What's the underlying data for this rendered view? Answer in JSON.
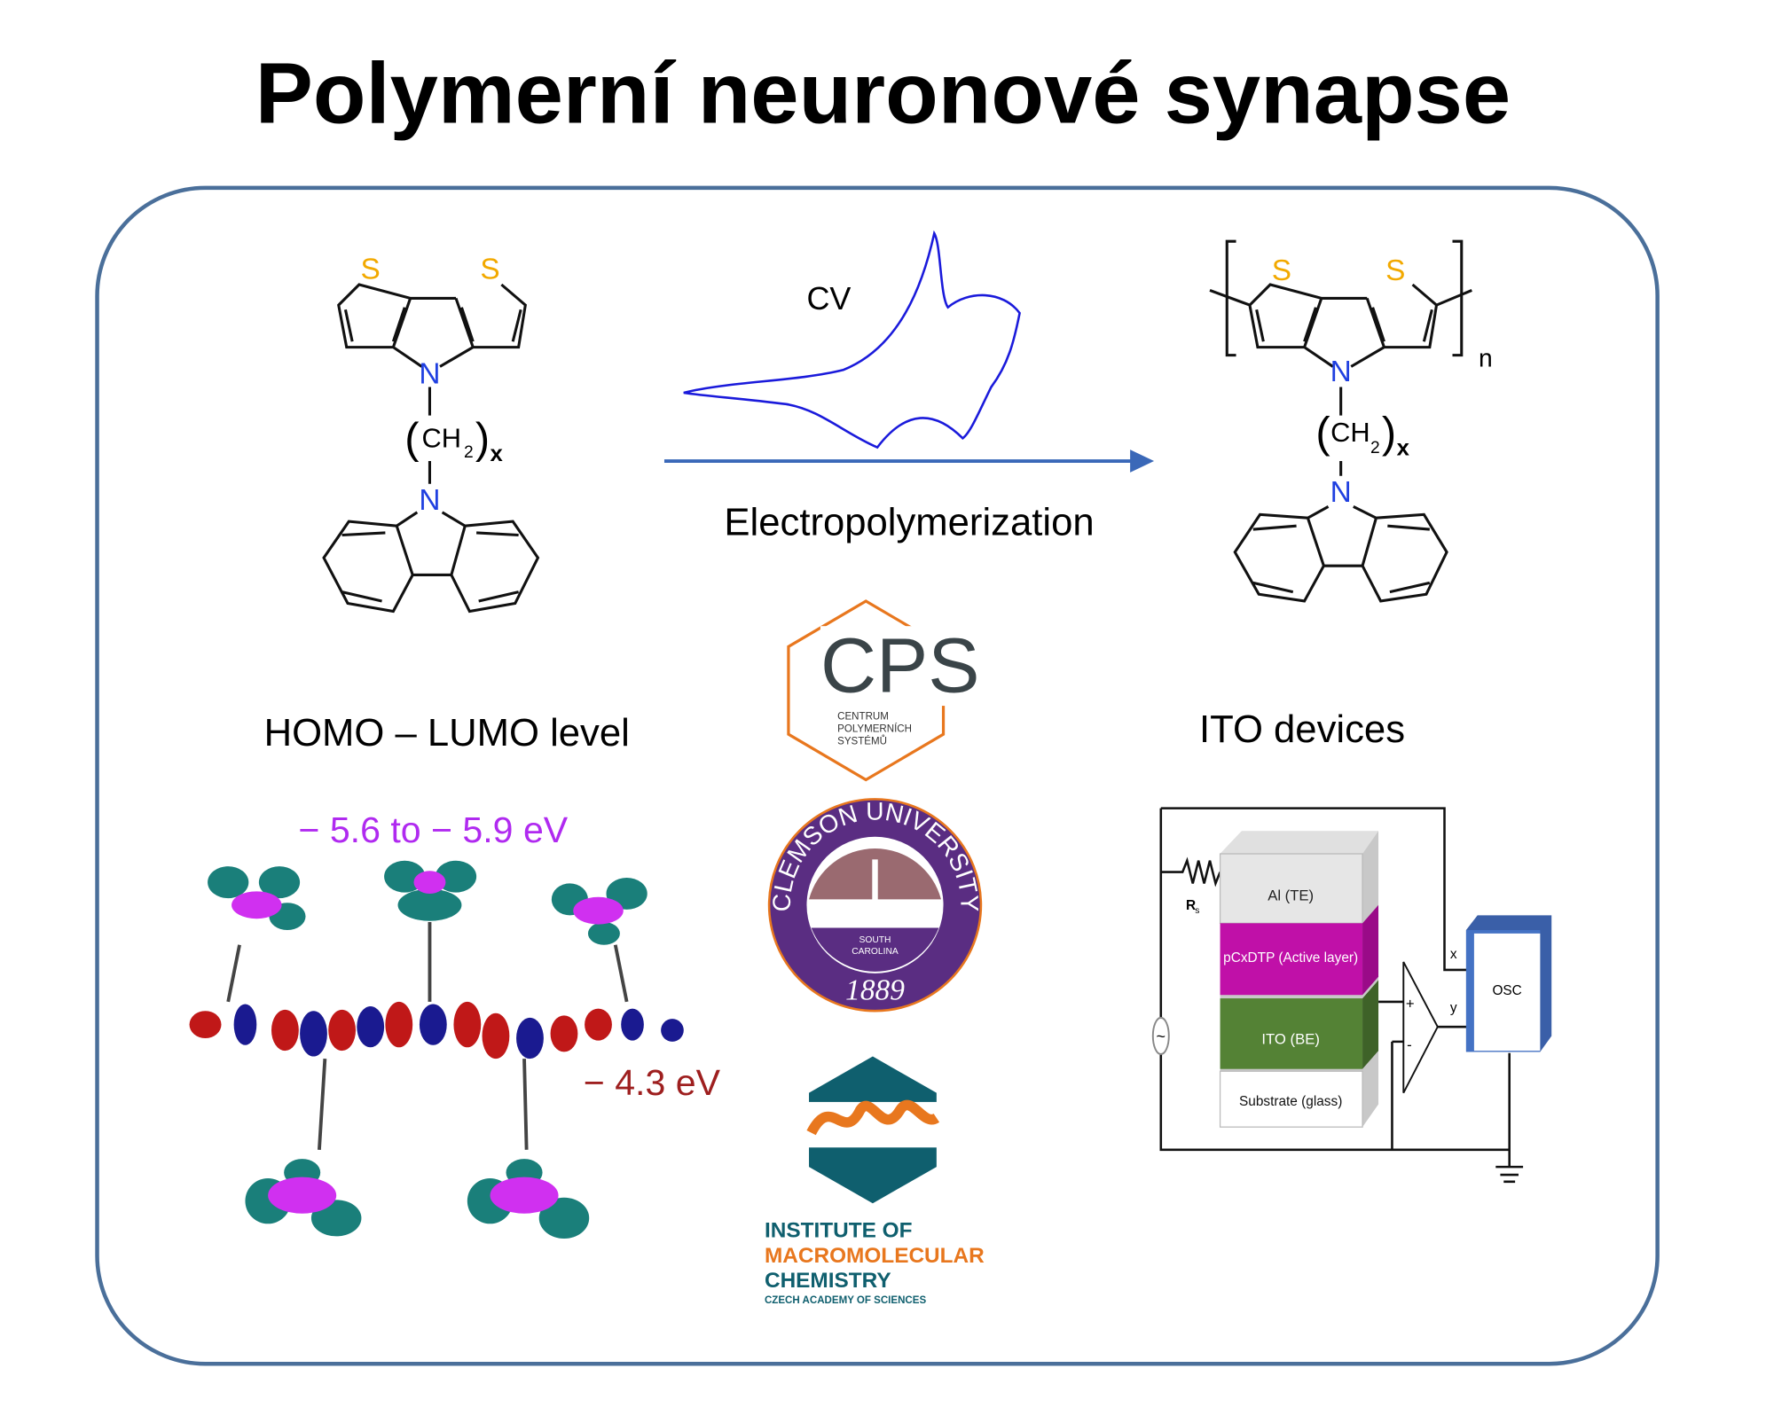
{
  "title": "Polymerní neuronové synapse",
  "colors": {
    "frame": "#4a6f9a",
    "arrow": "#3a68b8",
    "sulfur": "#f2a900",
    "nitrogen": "#2040e0",
    "cv": "#1a1adb",
    "homo_text": "#b02af0",
    "lumo_text": "#9e1f1f"
  },
  "monomer": {
    "s1": "S",
    "s2": "S",
    "n1": "N",
    "n2": "N",
    "ch": "CH",
    "sub2": "2",
    "x": "x"
  },
  "polymer": {
    "s1": "S",
    "s2": "S",
    "n1": "N",
    "n2": "N",
    "ch": "CH",
    "sub2": "2",
    "x": "x",
    "n": "n"
  },
  "reaction": {
    "cv_label": "CV",
    "arrow_label": "Electropolymerization"
  },
  "energy": {
    "heading": "HOMO – LUMO level",
    "homo": "− 5.6 to − 5.9 eV",
    "lumo": "− 4.3 eV"
  },
  "device": {
    "heading": "ITO devices",
    "layers": [
      "Al (TE)",
      "pCxDTP (Active layer)",
      "ITO (BE)",
      "Substrate (glass)"
    ],
    "layer_colors": [
      "#e6e6e6",
      "#c010a8",
      "#548235",
      "#ffffff"
    ],
    "resistor": "R",
    "resistor_sub": "s",
    "source": "~",
    "plus": "+",
    "minus": "-",
    "x": "x",
    "y": "y",
    "osc": "OSC"
  },
  "logos": {
    "cps": {
      "mark": "CPS",
      "line1": "CENTRUM",
      "line2": "POLYMERNÍCH",
      "line3": "SYSTÉMŮ"
    },
    "clemson": {
      "ring": "CLEMSON UNIVERSITY",
      "state": "SOUTH",
      "state2": "CAROLINA",
      "year": "1889"
    },
    "imc": {
      "line1": "INSTITUTE OF",
      "line2": "MACROMOLECULAR",
      "line3": "CHEMISTRY",
      "line4": "CZECH ACADEMY OF SCIENCES"
    }
  }
}
